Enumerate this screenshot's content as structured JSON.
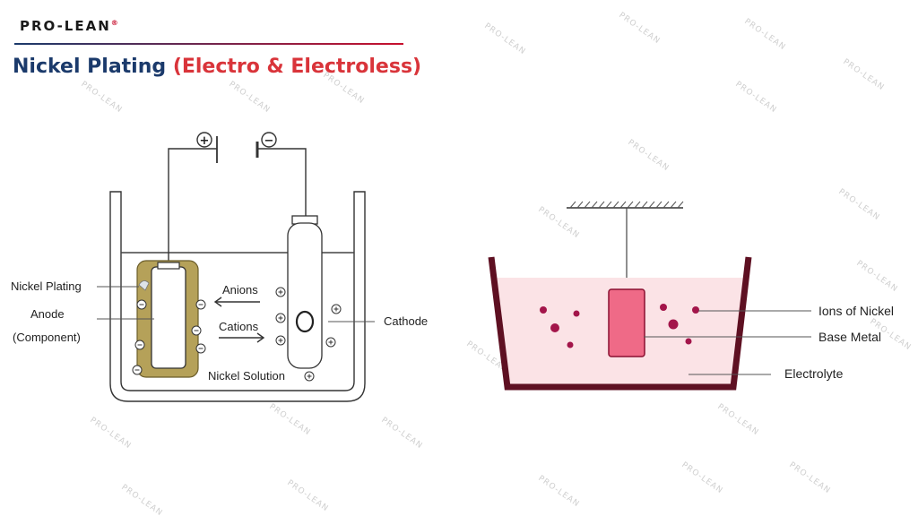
{
  "brand": {
    "logo": "PRO-LEAN",
    "registered": "®"
  },
  "title": {
    "main": "Nickel Plating",
    "accent": "(Electro & Electroless)"
  },
  "electroplating": {
    "positive_terminal": "+",
    "negative_terminal": "−",
    "labels": {
      "nickel_plating": "Nickel Plating",
      "anode": "Anode",
      "component": "(Component)",
      "anions": "Anions",
      "cations": "Cations",
      "cathode": "Cathode",
      "nickel_solution": "Nickel Solution"
    }
  },
  "electroless": {
    "labels": {
      "ions": "Ions of Nickel",
      "base_metal": "Base Metal",
      "electrolyte": "Electrolyte"
    }
  },
  "watermark": "PRO-LEAN",
  "colors": {
    "title_blue": "#1b3a6b",
    "title_red": "#d9343a",
    "plating": "#b5a159",
    "tank": "#5e1022",
    "electrolyte": "#fbe3e6",
    "ion": "#a3154a",
    "base_metal": "#ef6a87"
  }
}
